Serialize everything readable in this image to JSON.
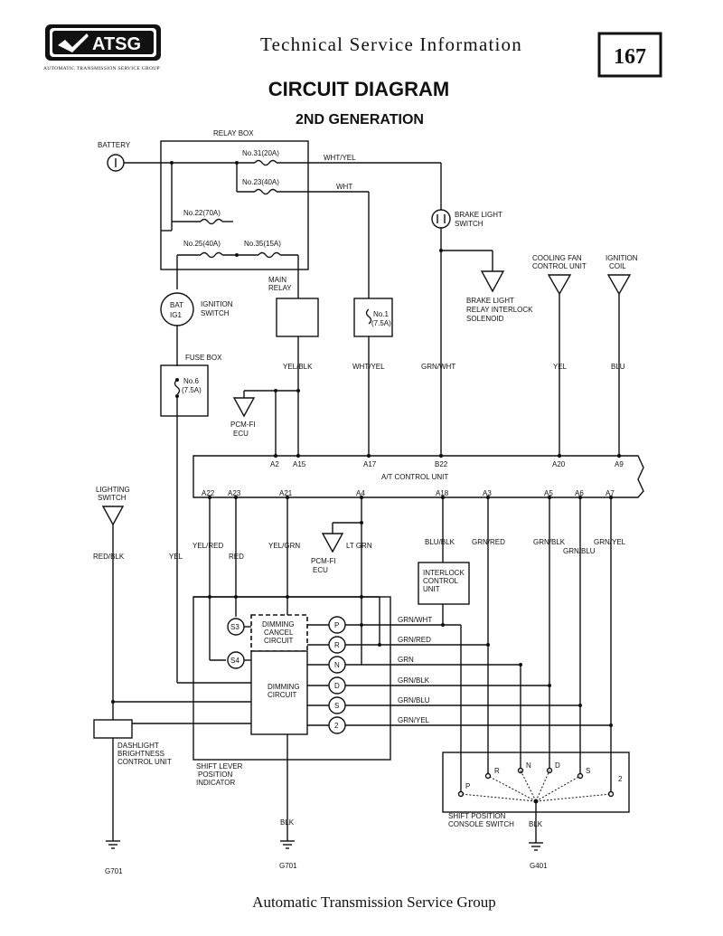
{
  "header": {
    "logo_text": "ATSG",
    "logo_tagline": "AUTOMATIC TRANSMISSION SERVICE GROUP",
    "service_info": "Technical Service Information",
    "page_number": "167",
    "title": "CIRCUIT DIAGRAM",
    "subtitle": "2ND GENERATION"
  },
  "footer": {
    "organization": "Automatic Transmission Service Group"
  },
  "labels": {
    "battery": "BATTERY",
    "relay_box": "RELAY BOX",
    "fuse_31": "No.31(20A)",
    "fuse_23": "No.23(40A)",
    "fuse_22": "No.22(70A)",
    "fuse_25": "No.25(40A)",
    "fuse_35": "No.35(15A)",
    "ign_bat": "BAT",
    "ign_ig1": "IG1",
    "ign_switch": [
      "IGNITION",
      "SWITCH"
    ],
    "main_relay": [
      "MAIN",
      "RELAY"
    ],
    "fuse_box": "FUSE BOX",
    "fuse_6": [
      "No.6",
      "(7.5A)"
    ],
    "fuse_1": [
      "No.1",
      "(7.5A)"
    ],
    "brake_switch": [
      "BRAKE LIGHT",
      "SWITCH"
    ],
    "brake_solenoid": [
      "BRAKE LIGHT",
      "RELAY INTERLOCK",
      "SOLENOID"
    ],
    "cooling_fan": [
      "COOLING FAN",
      "CONTROL UNIT"
    ],
    "ignition_coil": [
      "IGNITION",
      "COIL"
    ],
    "pcm_fi_1": [
      "PCM-FI",
      "ECU"
    ],
    "pcm_fi_2": [
      "PCM-FI",
      "ECU"
    ],
    "at_control_unit": "A/T CONTROL UNIT",
    "lighting_switch": [
      "LIGHTING",
      "SWITCH"
    ],
    "interlock_unit": [
      "INTERLOCK",
      "CONTROL",
      "UNIT"
    ],
    "dimming_cancel": [
      "DIMMING",
      "CANCEL",
      "CIRCUIT"
    ],
    "dimming_circuit": [
      "DIMMING",
      "CIRCUIT"
    ],
    "dash_control": [
      "DASHLIGHT",
      "BRIGHTNESS",
      "CONTROL UNIT"
    ],
    "shift_indicator": [
      "SHIFT LEVER",
      "POSITION",
      "INDICATOR"
    ],
    "console_switch": [
      "SHIFT POSITION",
      "CONSOLE SWITCH"
    ],
    "ground_1": "G701",
    "ground_2": "G701",
    "ground_3": "G401"
  },
  "wires": {
    "wht_yel_top": "WHT/YEL",
    "wht_top": "WHT",
    "yel_blk": "YEL/BLK",
    "wht_yel_a17": "WHT/YEL",
    "grn_wht_b22": "GRN/WHT",
    "yel_a20": "YEL",
    "blu_a9": "BLU",
    "red_blk": "RED/BLK",
    "yel_left": "YEL",
    "yel_red": "YEL/RED",
    "red": "RED",
    "yel_grn": "YEL/GRN",
    "lt_grn": "LT GRN",
    "blu_blk": "BLU/BLK",
    "grn_red_a3": "GRN/RED",
    "grn_blk_a5": "GRN/BLK",
    "grn_blu_a6": "GRN/BLU",
    "grn_yel_a7": "GRN/YEL",
    "p_grn_wht": "GRN/WHT",
    "r_grn_red": "GRN/RED",
    "n_grn": "GRN",
    "d_grn_blk": "GRN/BLK",
    "s_grn_blu": "GRN/BLU",
    "two_grn_yel": "GRN/YEL",
    "blk_1": "BLK",
    "blk_2": "BLK"
  },
  "pins": {
    "top": [
      "A2",
      "A15",
      "A17",
      "B22",
      "A20",
      "A9"
    ],
    "bottom": [
      "A22",
      "A23",
      "A21",
      "A4",
      "A18",
      "A3",
      "A5",
      "A6",
      "A7"
    ]
  },
  "positions": {
    "indicator": [
      "P",
      "R",
      "N",
      "D",
      "S",
      "2"
    ],
    "console": [
      "P",
      "R",
      "N",
      "D",
      "S",
      "2"
    ],
    "sensors": [
      "S3",
      "S4"
    ]
  }
}
